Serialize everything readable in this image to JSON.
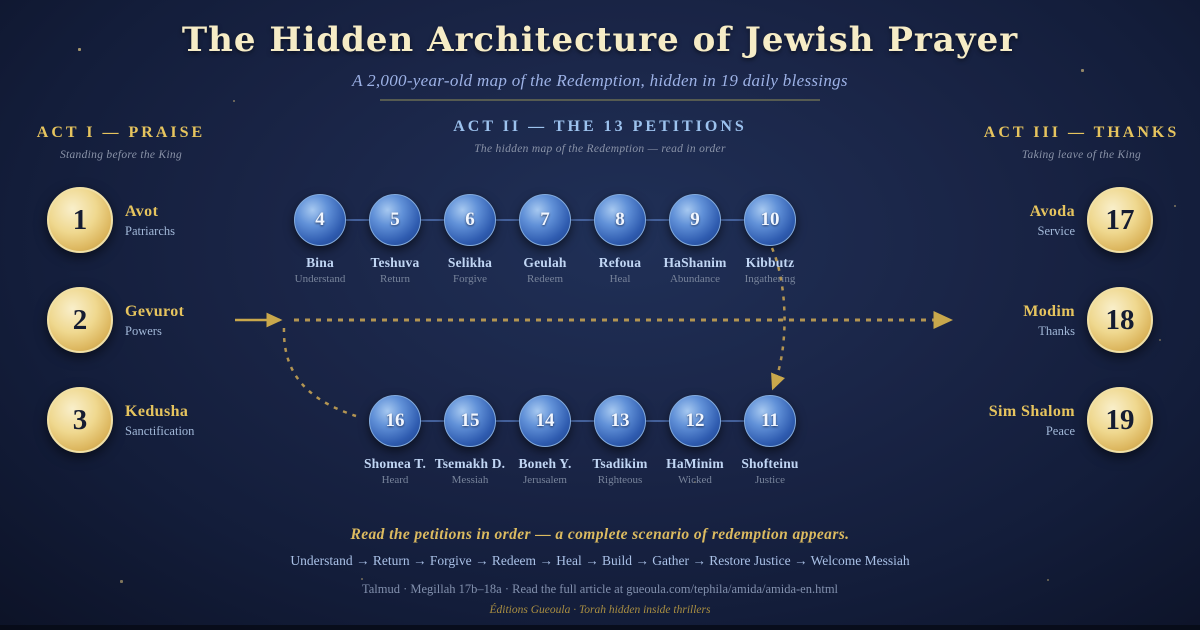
{
  "header": {
    "title": "The Hidden Architecture of Jewish Prayer",
    "subtitle": "A 2,000-year-old map of the Redemption, hidden in 19 daily blessings"
  },
  "acts": {
    "act1": {
      "title": "ACT I — PRAISE",
      "subtitle": "Standing before the King",
      "items": [
        {
          "num": "1",
          "name": "Avot",
          "meaning": "Patriarchs"
        },
        {
          "num": "2",
          "name": "Gevurot",
          "meaning": "Powers"
        },
        {
          "num": "3",
          "name": "Kedusha",
          "meaning": "Sanctification"
        }
      ]
    },
    "act2": {
      "title": "ACT II — THE 13 PETITIONS",
      "subtitle": "The hidden map of the Redemption — read in order",
      "row1": [
        {
          "num": "4",
          "name": "Bina",
          "meaning": "Understand"
        },
        {
          "num": "5",
          "name": "Teshuva",
          "meaning": "Return"
        },
        {
          "num": "6",
          "name": "Selikha",
          "meaning": "Forgive"
        },
        {
          "num": "7",
          "name": "Geulah",
          "meaning": "Redeem"
        },
        {
          "num": "8",
          "name": "Refoua",
          "meaning": "Heal"
        },
        {
          "num": "9",
          "name": "HaShanim",
          "meaning": "Abundance"
        },
        {
          "num": "10",
          "name": "Kibbutz",
          "meaning": "Ingathering"
        }
      ],
      "row2": [
        {
          "num": "16",
          "name": "Shomea T.",
          "meaning": "Heard"
        },
        {
          "num": "15",
          "name": "Tsemakh D.",
          "meaning": "Messiah"
        },
        {
          "num": "14",
          "name": "Boneh Y.",
          "meaning": "Jerusalem"
        },
        {
          "num": "13",
          "name": "Tsadikim",
          "meaning": "Righteous"
        },
        {
          "num": "12",
          "name": "HaMinim",
          "meaning": "Wicked"
        },
        {
          "num": "11",
          "name": "Shofteinu",
          "meaning": "Justice"
        }
      ]
    },
    "act3": {
      "title": "ACT III — THANKS",
      "subtitle": "Taking leave of the King",
      "items": [
        {
          "num": "17",
          "name": "Avoda",
          "meaning": "Service"
        },
        {
          "num": "18",
          "name": "Modim",
          "meaning": "Thanks"
        },
        {
          "num": "19",
          "name": "Sim Shalom",
          "meaning": "Peace"
        }
      ]
    }
  },
  "footer": {
    "highlight": "Read the petitions in order — a complete scenario of redemption appears.",
    "chain": "Understand → Return → Forgive → Redeem → Heal → Build → Gather → Restore Justice → Welcome Messiah",
    "source": "Talmud · Megillah 17b–18a · Read the full article at gueoula.com/tephila/amida/amida-en.html",
    "publisher": "Éditions Gueoula · Torah hidden inside thrillers"
  },
  "colors": {
    "background_navy": "#1a2547",
    "gold_accent": "#e6c45e",
    "blue_accent": "#9cc2ee",
    "circle_gold": "#e8cc7a",
    "circle_blue": "#4878c8",
    "dashed_arrow_gold": "#b39552",
    "title_cream": "#f6ecc6"
  }
}
